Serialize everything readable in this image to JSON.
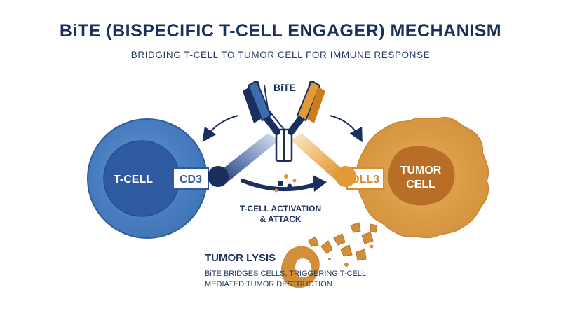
{
  "header": {
    "title": "BiTE (BISPECIFIC T-CELL ENGAGER) MECHANISM",
    "subtitle": "BRIDGING T-CELL TO TUMOR CELL FOR IMMUNE RESPONSE"
  },
  "diagram": {
    "bite_label": "BiTE",
    "tcell_label": "T-CELL",
    "cd3_label": "CD3",
    "dll3_label": "DLL3",
    "tumor_label_line1": "TUMOR",
    "tumor_label_line2": "CELL",
    "activation_line1": "T-CELL ACTIVATION",
    "activation_line2": "& ATTACK",
    "lysis_title": "TUMOR LYSIS",
    "lysis_line1": "BiTE BRIDGES CELLS, TRIGGERING T-CELL",
    "lysis_line2": "MEDIATED TUMOR DESTRUCTION"
  },
  "colors": {
    "navy": "#1b2f5e",
    "tcell_blue": "#4f86c6",
    "tcell_nucleus": "#2d5aa0",
    "tumor_orange": "#e0a24a",
    "tumor_nucleus": "#b86e26",
    "antibody_orange": "#e39a36"
  }
}
